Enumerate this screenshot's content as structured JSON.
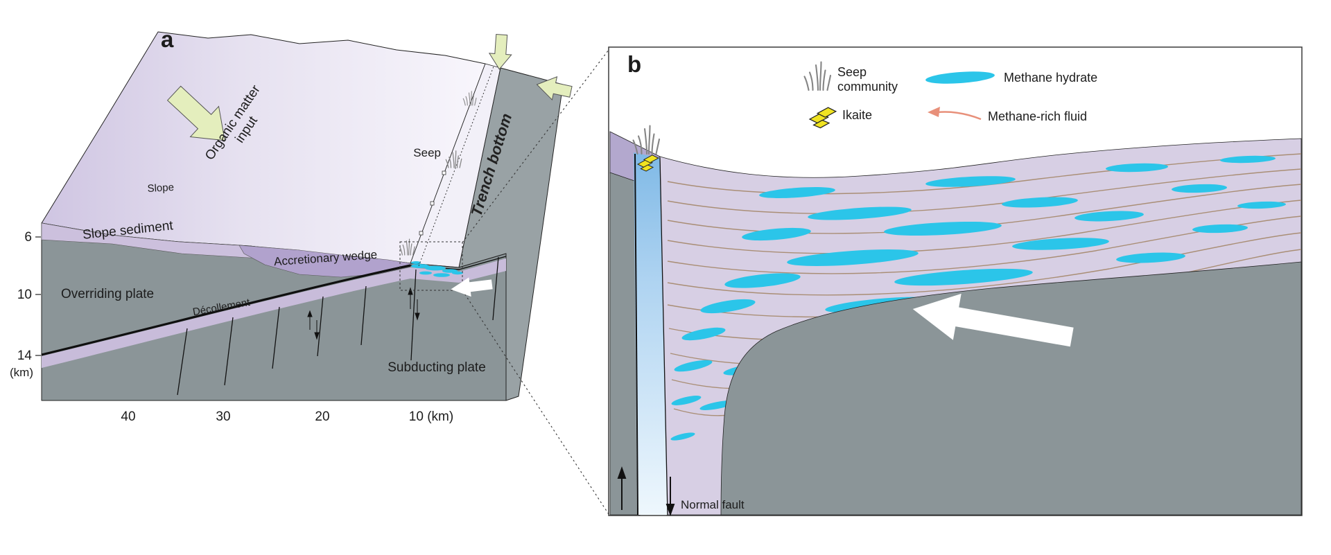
{
  "figure": {
    "panel_a": {
      "label": "a",
      "labels": {
        "organic_matter_line1": "Organic matter",
        "organic_matter_line2": "input",
        "slope": "Slope",
        "slope_sediment": "Slope sediment",
        "accretionary_wedge": "Accretionary wedge",
        "overriding_plate": "Overriding plate",
        "decollement": "Décollement",
        "subducting_plate": "Subducting plate",
        "seep": "Seep",
        "trench_bottom": "Trench bottom"
      },
      "axis": {
        "depth_ticks": [
          "6",
          "10",
          "14"
        ],
        "depth_unit": "(km)",
        "distance_ticks": [
          "40",
          "30",
          "20"
        ],
        "distance_last": "10 (km)"
      }
    },
    "panel_b": {
      "label": "b",
      "legend": {
        "seep_line1": "Seep",
        "seep_line2": "community",
        "ikaite": "Ikaite",
        "methane_hydrate": "Methane hydrate",
        "methane_rich_fluid": "Methane-rich fluid"
      },
      "normal_fault": "Normal fault"
    }
  },
  "colors": {
    "methane_hydrate": "#2bc5e9",
    "ikaite": "#f0e321",
    "methane_fluid_arrow": "#e8907a",
    "input_arrow_green": "#e4eebd",
    "sediment_lavender": "#d7cfe4",
    "plate_gray": "#8b9598",
    "strata_brown": "#a5876a",
    "fluid_column_blue": "#9ccaee"
  }
}
